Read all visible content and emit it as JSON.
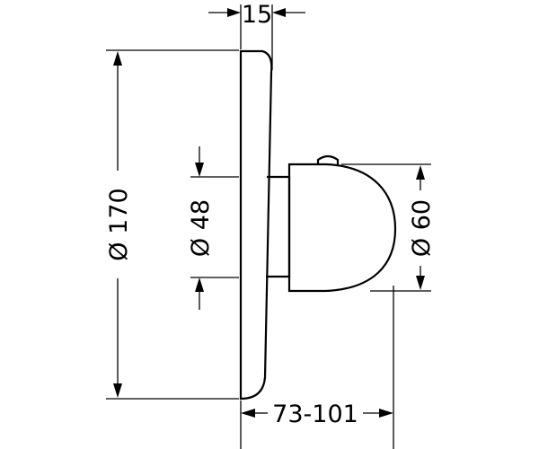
{
  "dimensions": {
    "plate_thickness": "15",
    "plate_diameter": "Ø 170",
    "sleeve_diameter": "Ø 48",
    "handle_diameter": "Ø 60",
    "installation_depth": "73-101"
  }
}
